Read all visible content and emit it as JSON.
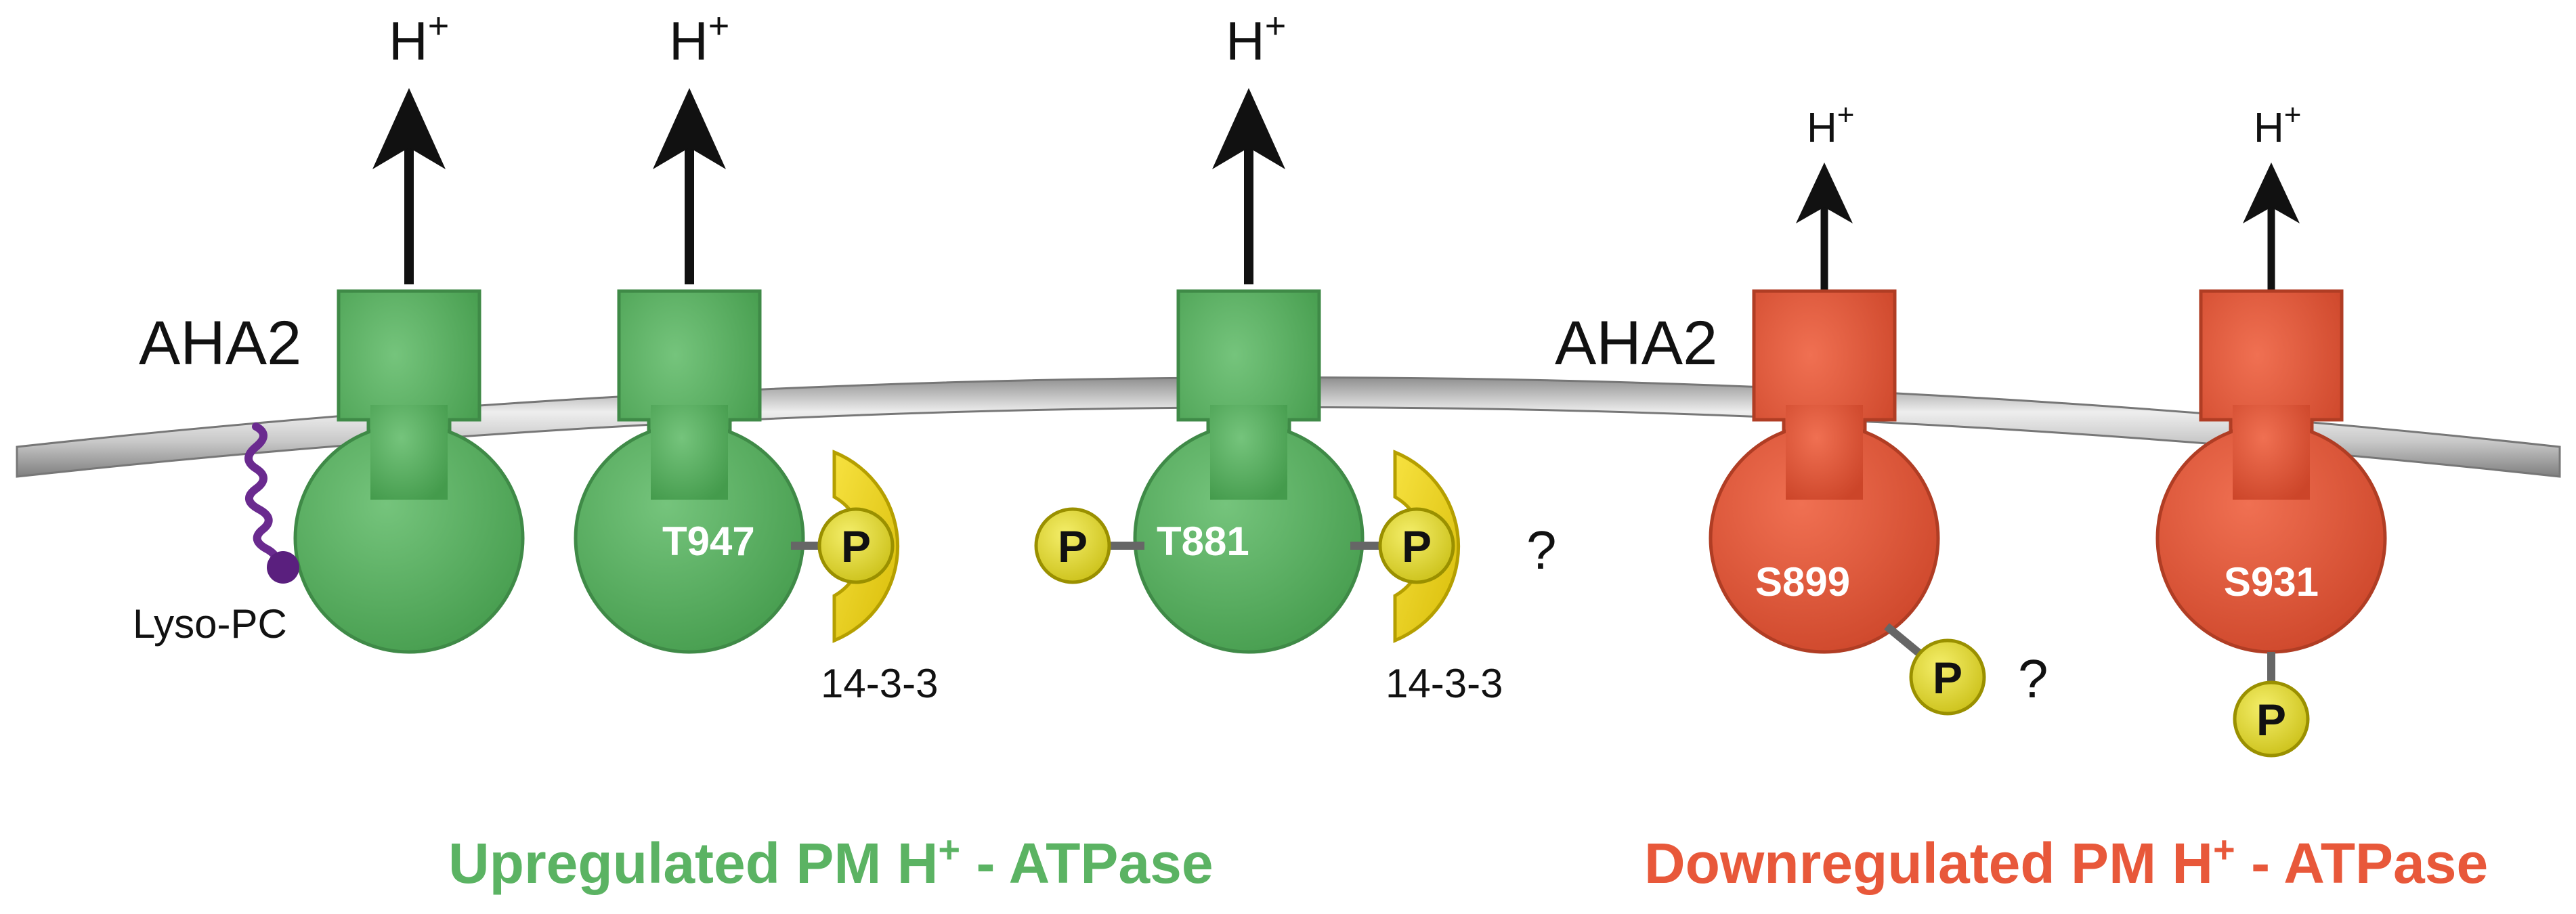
{
  "colors": {
    "up": "#5bb363",
    "up_dark": "#3f8a47",
    "down": "#e8583a",
    "down_dark": "#b03d24",
    "phospho": "#e8de2a",
    "protein_1433": "#f2d51a",
    "membrane": "#b9b9b9",
    "lipid": "#6a2a8f",
    "arrow": "#111111"
  },
  "labels": {
    "proton": "H",
    "proton_charge": "+",
    "pump_left": "AHA2",
    "pump_right": "AHA2",
    "lipid": "Lyso-PC",
    "phospho": "P",
    "protein_1433": "14-3-3",
    "question": "?",
    "site_t947": "T947",
    "site_t881": "T881",
    "site_s899": "S899",
    "site_s931": "S931",
    "caption_up": "Upregulated PM H",
    "caption_up_sup": "+",
    "caption_up_tail": " - ATPase",
    "caption_down": "Downregulated PM H",
    "caption_down_sup": "+",
    "caption_down_tail": " - ATPase"
  },
  "icons": [
    "arrow-up-icon",
    "phosphate-icon",
    "protein-14-3-3-icon",
    "lysophosphatidylcholine-icon"
  ]
}
